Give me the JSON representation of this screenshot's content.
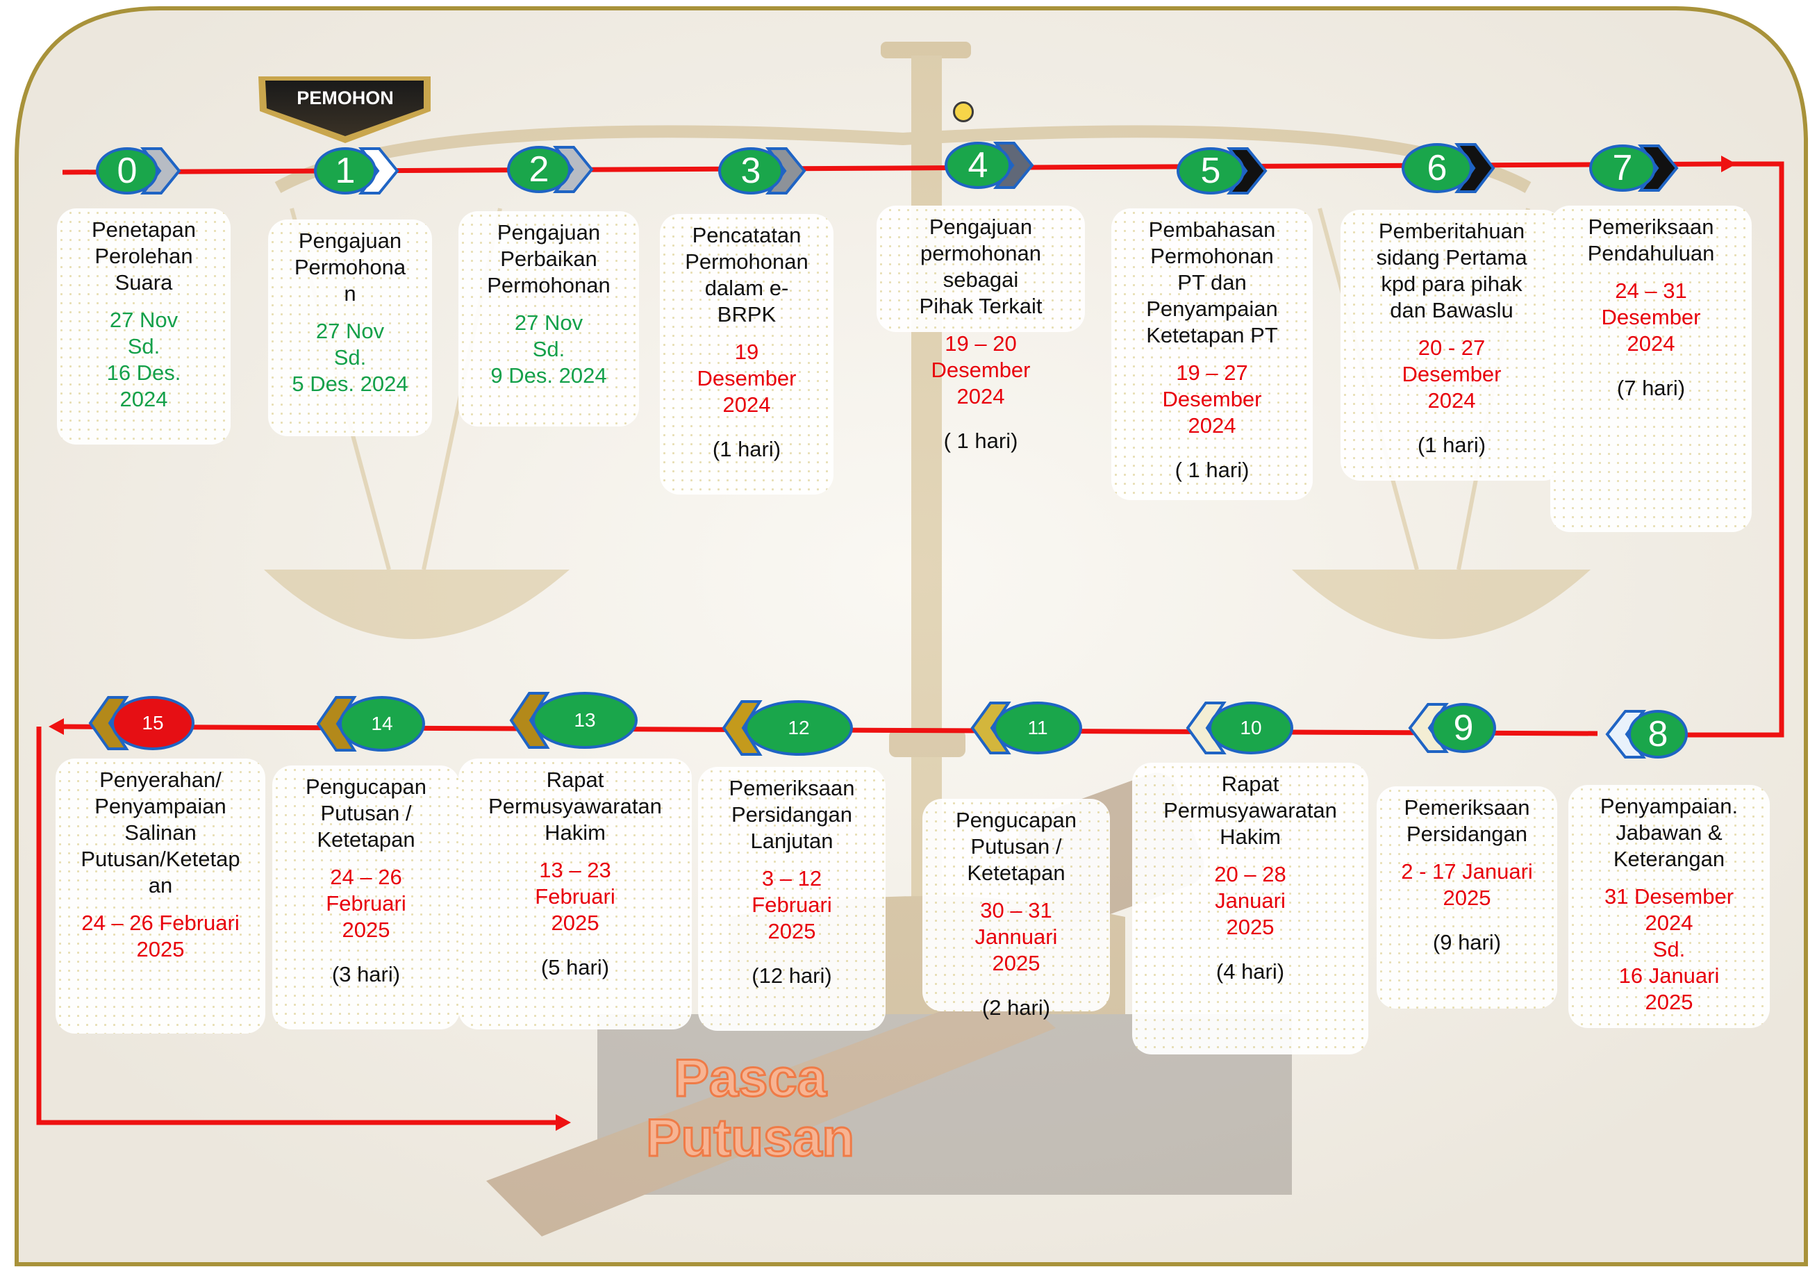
{
  "colors": {
    "line": "#ee1111",
    "frame": "#a8923a",
    "oval_green": "#1aa64b",
    "oval_red": "#e60f14",
    "oval_border": "#1f64c4",
    "date_green": "#14a04a",
    "date_red": "#e8000b",
    "banner": "#c9a64d"
  },
  "banner": {
    "label": "PEMOHON",
    "icon": "banner-icon"
  },
  "footer": {
    "line1": "Pasca",
    "line2": "Putusan"
  },
  "steps": [
    {
      "num": "0",
      "title": "Penetapan\nPerolehan\nSuara",
      "date": "27 Nov\nSd.\n16 Des.\n2024",
      "dur": "",
      "icon": "chevron-right-icon"
    },
    {
      "num": "1",
      "title": "Pengajuan\nPermohona\nn",
      "date": "27 Nov\nSd.\n5 Des. 2024",
      "dur": "",
      "icon": "chevron-right-icon"
    },
    {
      "num": "2",
      "title": "Pengajuan\nPerbaikan\nPermohonan",
      "date": "27 Nov\nSd.\n9 Des. 2024",
      "dur": "",
      "icon": "chevron-right-icon"
    },
    {
      "num": "3",
      "title": "Pencatatan\nPermohonan\ndalam e-\nBRPK",
      "date": "19\nDesember\n2024",
      "dur": "(1 hari)",
      "icon": "chevron-right-icon"
    },
    {
      "num": "4",
      "title": "Pengajuan\npermohonan\nsebagai\nPihak Terkait",
      "date": "19 – 20\nDesember\n2024",
      "dur": "( 1 hari)",
      "icon": "chevron-right-icon"
    },
    {
      "num": "5",
      "title": "Pembahasan\nPermohonan\nPT dan\nPenyampaian\nKetetapan PT",
      "date": "19 – 27\nDesember\n2024",
      "dur": "( 1 hari)",
      "icon": "chevron-right-icon"
    },
    {
      "num": "6",
      "title": "Pemberitahuan\nsidang Pertama\nkpd para pihak\ndan Bawaslu",
      "date": "20 - 27\nDesember\n2024",
      "dur": "(1 hari)",
      "icon": "chevron-right-icon"
    },
    {
      "num": "7",
      "title": "Pemeriksaan\nPendahuluan",
      "date": "24 – 31\nDesember\n2024",
      "dur": "(7 hari)",
      "icon": "chevron-right-icon"
    },
    {
      "num": "8",
      "title": "Penyampaian.\nJabawan &\nKeterangan",
      "date": "31 Desember\n2024\nSd.\n16 Januari\n2025",
      "dur": "",
      "icon": "chevron-left-icon"
    },
    {
      "num": "9",
      "title": "Pemeriksaan\nPersidangan",
      "date": "2 - 17 Januari\n2025",
      "dur": "(9 hari)",
      "icon": "chevron-left-icon"
    },
    {
      "num": "10",
      "title": "Rapat\nPermusyawaratan\nHakim",
      "date": "20 – 28\nJanuari\n2025",
      "dur": "(4 hari)",
      "icon": "chevron-left-icon"
    },
    {
      "num": "11",
      "title": "Pengucapan\nPutusan /\nKetetapan",
      "date": "30 – 31\nJannuari\n2025",
      "dur": "(2 hari)",
      "icon": "chevron-left-icon"
    },
    {
      "num": "12",
      "title": "Pemeriksaan\nPersidangan\nLanjutan",
      "date": "3 – 12\nFebruari\n2025",
      "dur": "(12 hari)",
      "icon": "chevron-left-icon"
    },
    {
      "num": "13",
      "title": "Rapat\nPermusyawaratan\nHakim",
      "date": "13 – 23\nFebruari\n2025",
      "dur": "(5 hari)",
      "icon": "chevron-left-icon"
    },
    {
      "num": "14",
      "title": "Pengucapan\nPutusan /\nKetetapan",
      "date": "24 – 26\nFebruari\n2025",
      "dur": "(3 hari)",
      "icon": "chevron-left-icon"
    },
    {
      "num": "15",
      "title": "Penyerahan/\nPenyampaian\nSalinan\nPutusan/Ketetap\nan",
      "date": "24 – 26 Februari\n2025",
      "dur": "",
      "icon": "chevron-left-icon"
    }
  ]
}
